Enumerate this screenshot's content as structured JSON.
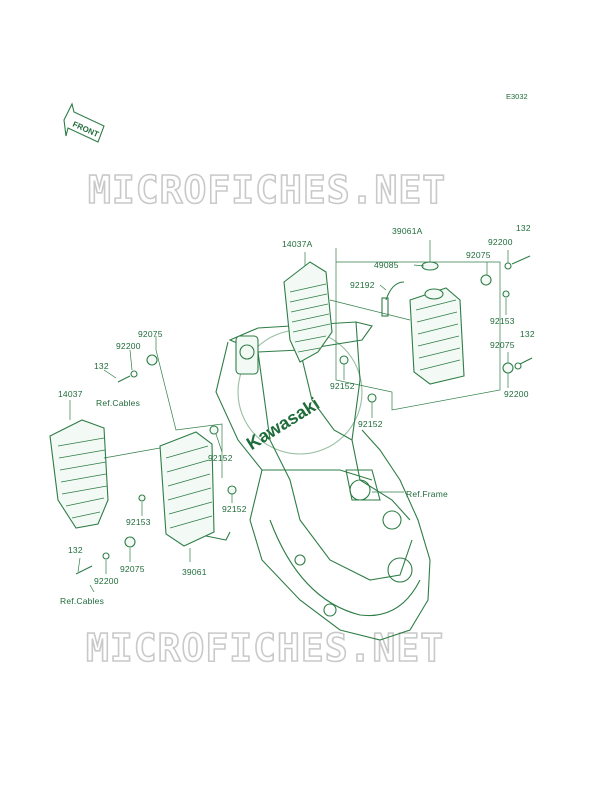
{
  "diagram": {
    "code": "E3032",
    "front_label": "FRONT",
    "watermark": "MICROFICHES.NET",
    "brand_watermark": "Kawasaki",
    "labels": {
      "p39061A": "39061A",
      "p14037A": "14037A",
      "p49085": "49085",
      "p92192": "92192",
      "p92075_top": "92075",
      "p92200_top": "92200",
      "p132_top": "132",
      "p92153_right": "92153",
      "p132_right": "132",
      "p92075_right": "92075",
      "p92200_right": "92200",
      "p92152_a": "92152",
      "p92152_b": "92152",
      "p92075_left": "92075",
      "p92200_left": "92200",
      "p132_left": "132",
      "ref_cables_top": "Ref.Cables",
      "p14037": "14037",
      "p92152_c": "92152",
      "p92152_d": "92152",
      "p92153_left": "92153",
      "p39061": "39061",
      "ref_frame": "Ref.Frame",
      "p132_bottom": "132",
      "p92200_bottom": "92200",
      "p92075_bottom": "92075",
      "ref_cables_bottom": "Ref.Cables"
    }
  }
}
